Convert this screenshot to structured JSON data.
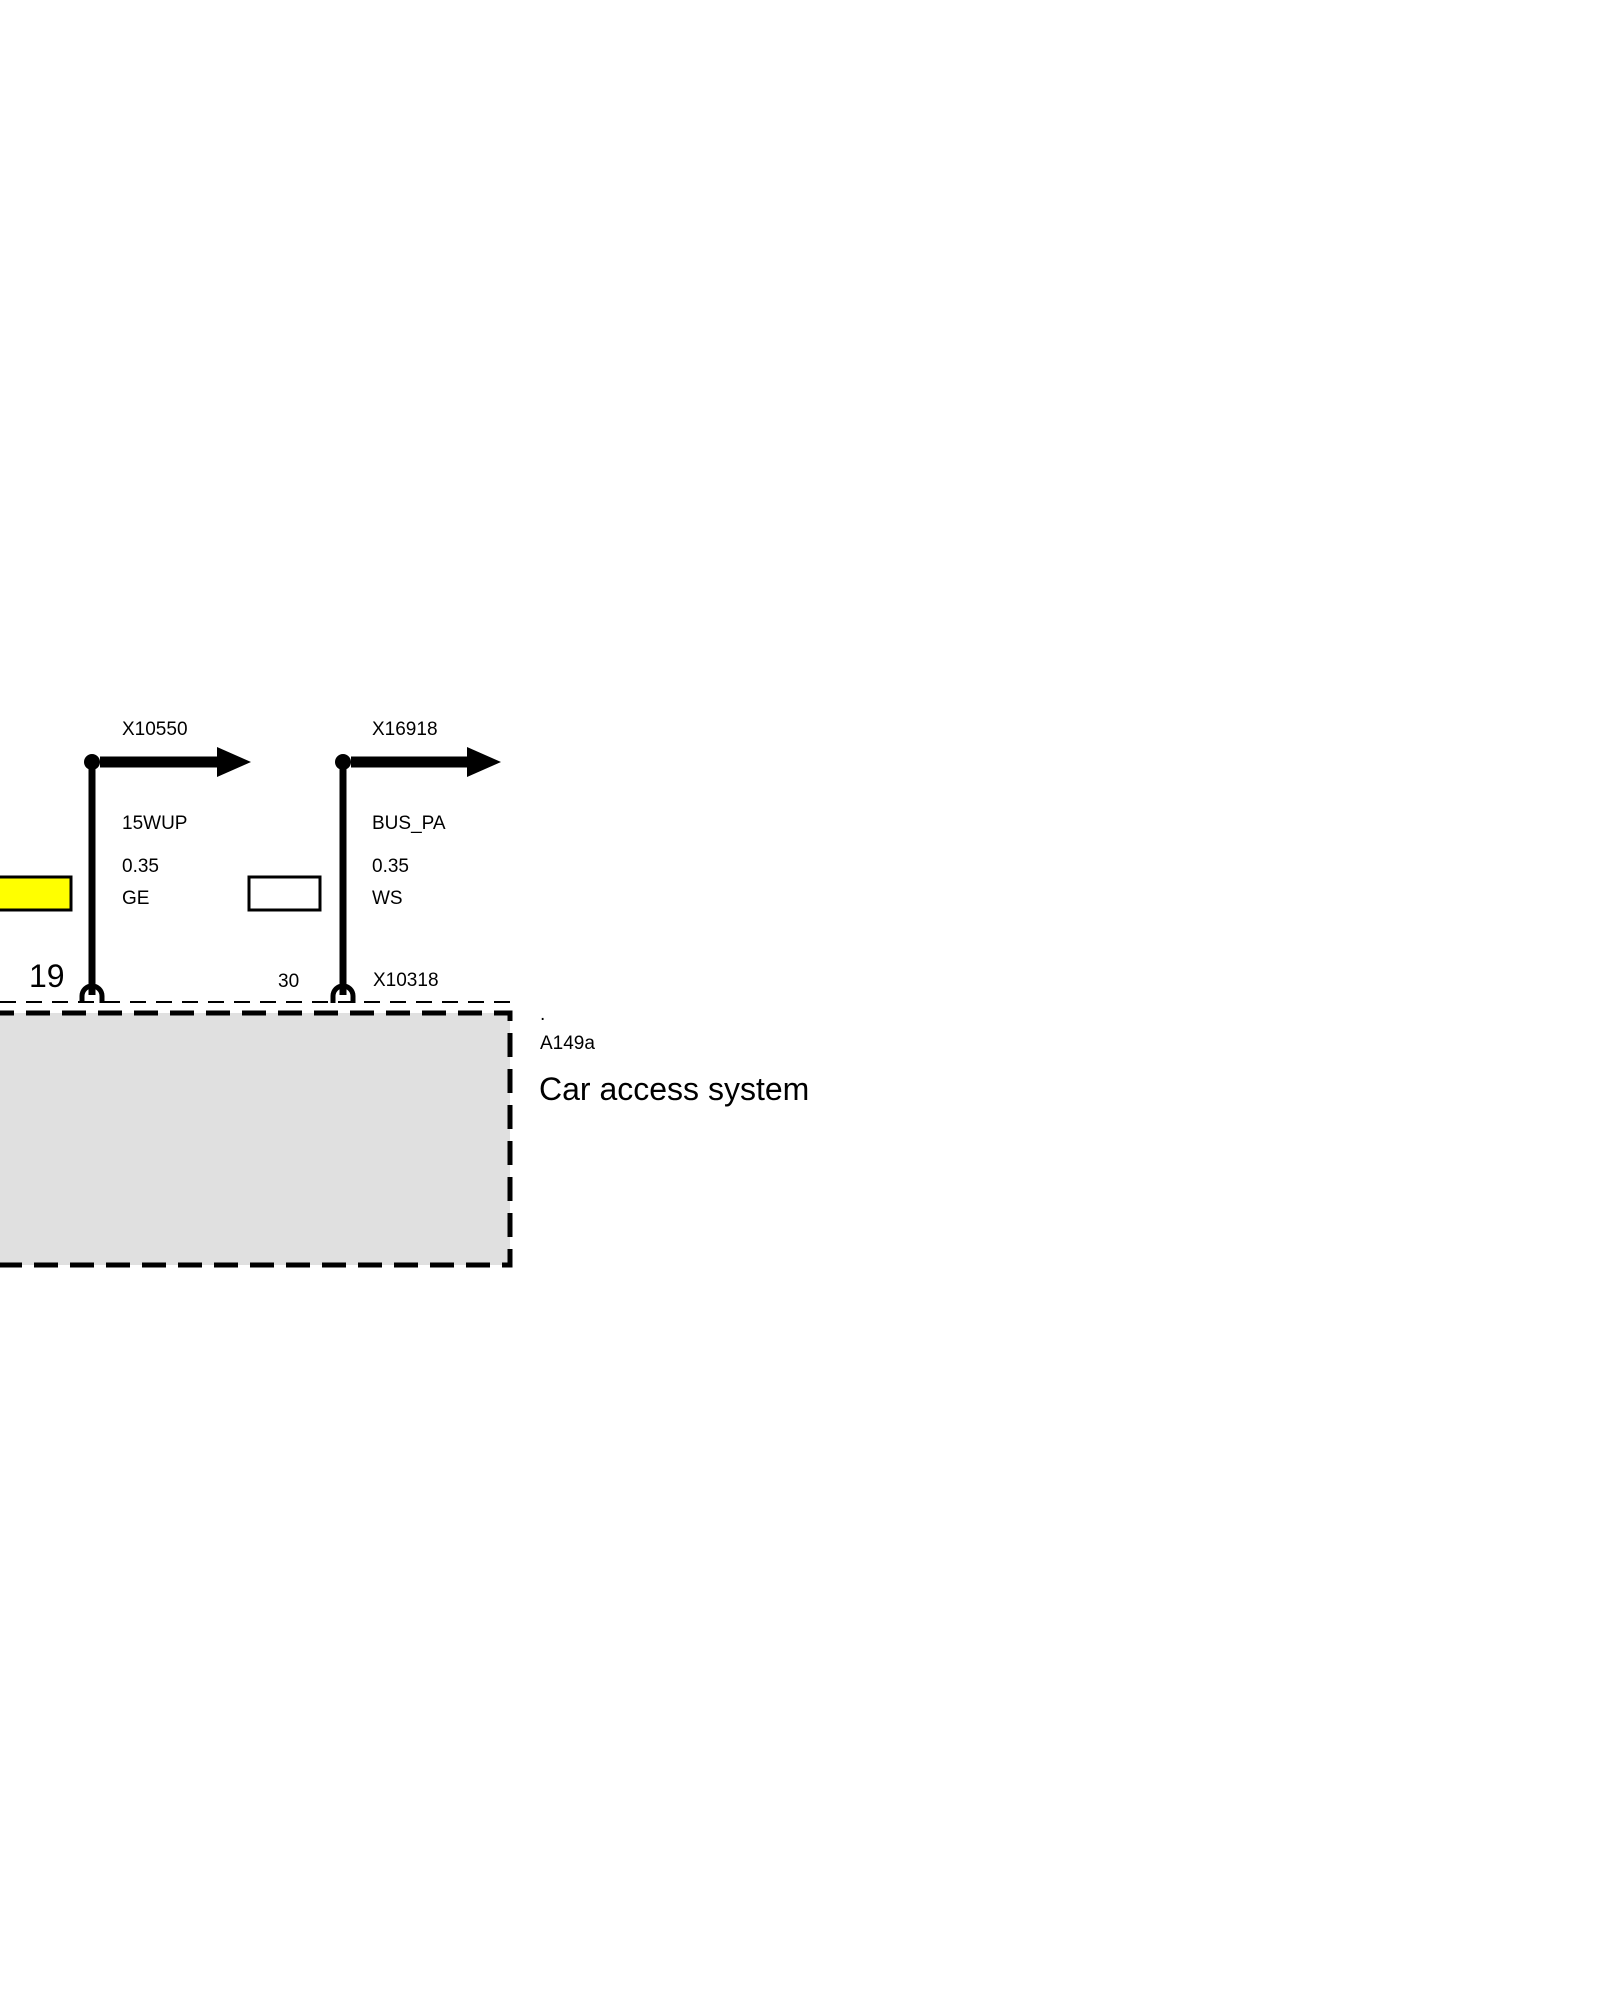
{
  "component": {
    "id": "A149a",
    "name": "Car access system",
    "marker": ".",
    "connector": "X10318"
  },
  "wires": [
    {
      "pin": "19",
      "target_connector": "X10550",
      "signal": "15WUP",
      "cross_section": "0.35",
      "color_code": "GE",
      "color_hex": "#ffff00"
    },
    {
      "pin": "30",
      "target_connector": "X16918",
      "signal": "BUS_PA",
      "cross_section": "0.35",
      "color_code": "WS",
      "color_hex": "#ffffff"
    }
  ],
  "colors": {
    "module_fill": "#e0e0e0",
    "line": "#000000"
  }
}
